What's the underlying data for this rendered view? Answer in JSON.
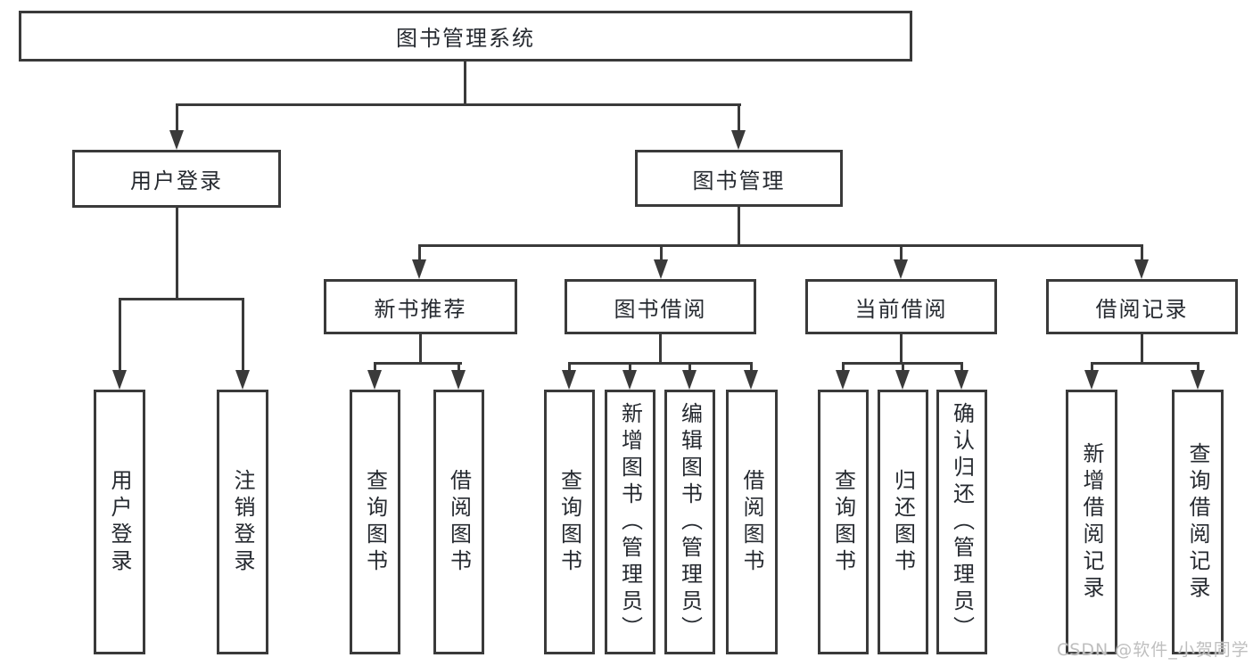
{
  "title": "图书管理系统",
  "colors": {
    "line": "#3a3a3a",
    "text": "#262a30",
    "background": "#ffffff",
    "watermark": "#bfbfbf"
  },
  "watermark": {
    "text": "CSDN @软件_小贺同学"
  },
  "tree": {
    "label": "图书管理系统",
    "children": [
      {
        "label": "用户登录",
        "children": [
          {
            "label": "用户登录"
          },
          {
            "label": "注销登录"
          }
        ]
      },
      {
        "label": "图书管理",
        "children": [
          {
            "label": "新书推荐",
            "children": [
              {
                "label": "查询图书"
              },
              {
                "label": "借阅图书"
              }
            ]
          },
          {
            "label": "图书借阅",
            "children": [
              {
                "label": "查询图书"
              },
              {
                "label": "新增图书（管理员）"
              },
              {
                "label": "编辑图书（管理员）"
              },
              {
                "label": "借阅图书"
              }
            ]
          },
          {
            "label": "当前借阅",
            "children": [
              {
                "label": "查询图书"
              },
              {
                "label": "归还图书"
              },
              {
                "label": "确认归还（管理员）"
              }
            ]
          },
          {
            "label": "借阅记录",
            "children": [
              {
                "label": "新增借阅记录"
              },
              {
                "label": "查询借阅记录"
              }
            ]
          }
        ]
      }
    ]
  }
}
